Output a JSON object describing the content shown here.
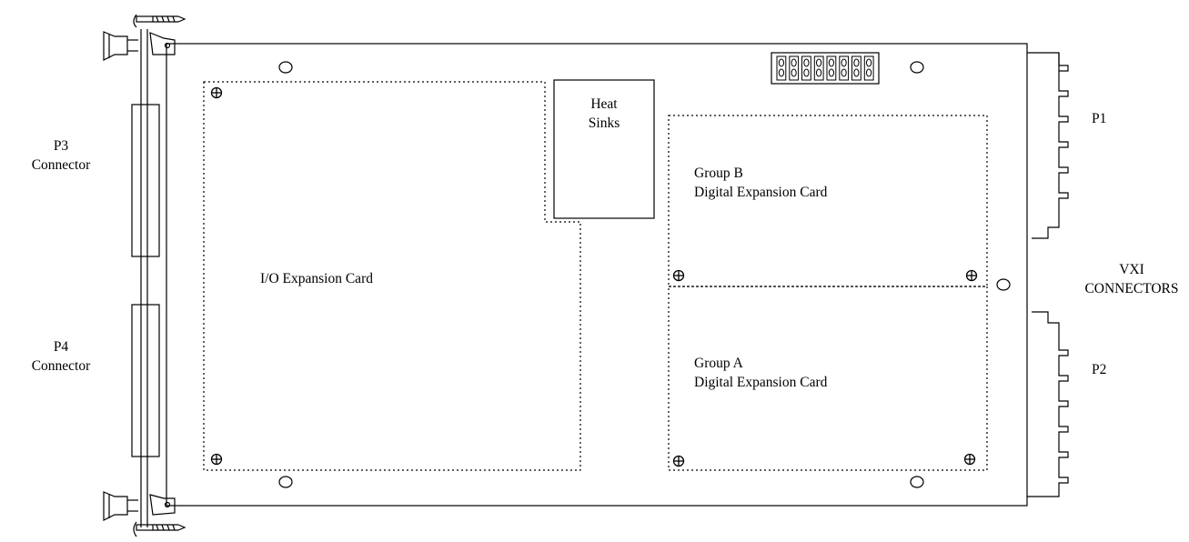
{
  "labels": {
    "p3": [
      "P3",
      "Connector"
    ],
    "p4": [
      "P4",
      "Connector"
    ],
    "io_card": "I/O Expansion Card",
    "heat_sinks": [
      "Heat",
      "Sinks"
    ],
    "group_b": [
      "Group B",
      "Digital Expansion Card"
    ],
    "group_a": [
      "Group A",
      "Digital Expansion Card"
    ],
    "p1": "P1",
    "p2": "P2",
    "vxi": [
      "VXI",
      "CONNECTORS"
    ]
  },
  "dip_switch": {
    "positions": 8
  },
  "colors": {
    "line": "#000000",
    "background": "#ffffff"
  }
}
